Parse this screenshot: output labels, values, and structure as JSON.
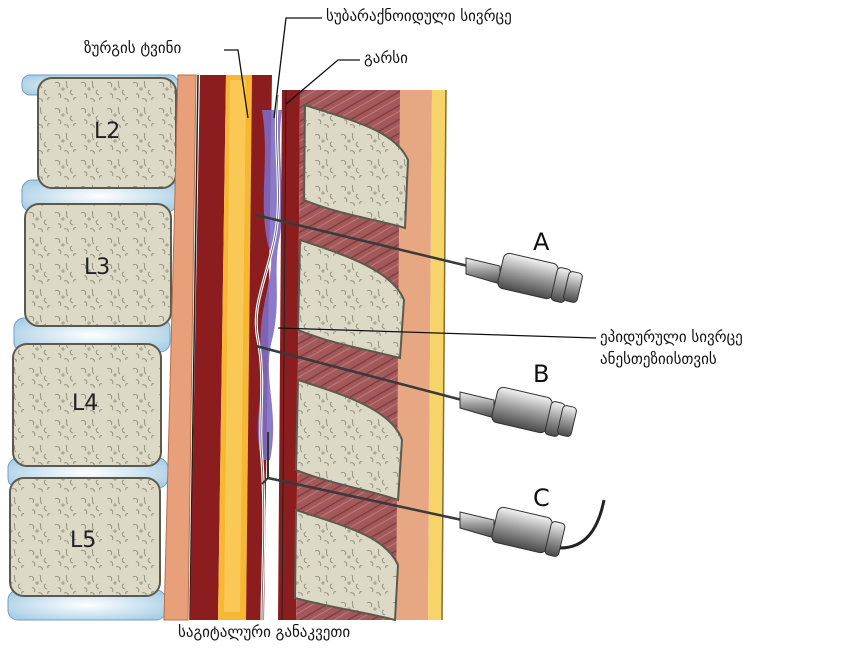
{
  "labels": {
    "spinal_cord": "ზურგის ტვინი",
    "subarachnoid_space": "სუბარაქნოიდული სივრცე",
    "dura": "გარსი",
    "epidural_space_line1": "ეპიდურული სივრცე",
    "epidural_space_line2": "ანესთეზიისთვის",
    "caption": "საგიტალური განაკვეთი"
  },
  "vertebrae": [
    "L2",
    "L3",
    "L4",
    "L5"
  ],
  "needles": [
    "A",
    "B",
    "C"
  ]
}
